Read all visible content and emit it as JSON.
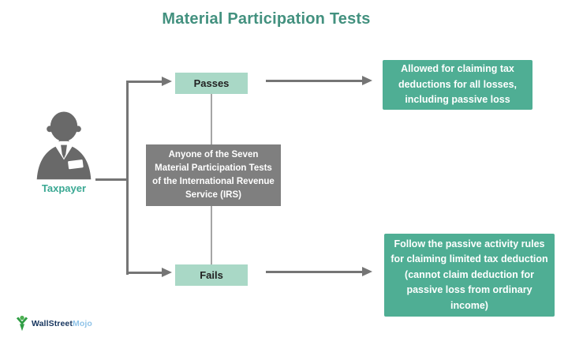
{
  "title": "Material Participation Tests",
  "taxpayer": {
    "label": "Taxpayer",
    "icon": "person-icon"
  },
  "center_box": {
    "text": "Anyone of the Seven Material Participation Tests of the International Revenue Service (IRS)"
  },
  "pass_branch": {
    "label": "Passes",
    "outcome": "Allowed for claiming tax deductions for all losses, including passive loss"
  },
  "fail_branch": {
    "label": "Fails",
    "outcome": "Follow the passive activity rules for claiming limited tax deduction (cannot claim deduction for passive loss from ordinary income)"
  },
  "logo": {
    "part1": "WallStreet",
    "part2": "Mojo",
    "icon": "wallstreetmojo-figure-icon"
  },
  "colors": {
    "title-teal": "#43917f",
    "label-teal": "#3aa893",
    "outcome-teal": "#4fae94",
    "mint": "#a9d8c6",
    "box-gray": "#7f7f7f",
    "line-gray": "#757575",
    "thin-line-gray": "#a5a5a5",
    "icon-gray": "#696969",
    "box-text-dark": "#222222",
    "logo-dark-blue": "#16355e",
    "logo-light-blue": "#8fc3e8"
  }
}
